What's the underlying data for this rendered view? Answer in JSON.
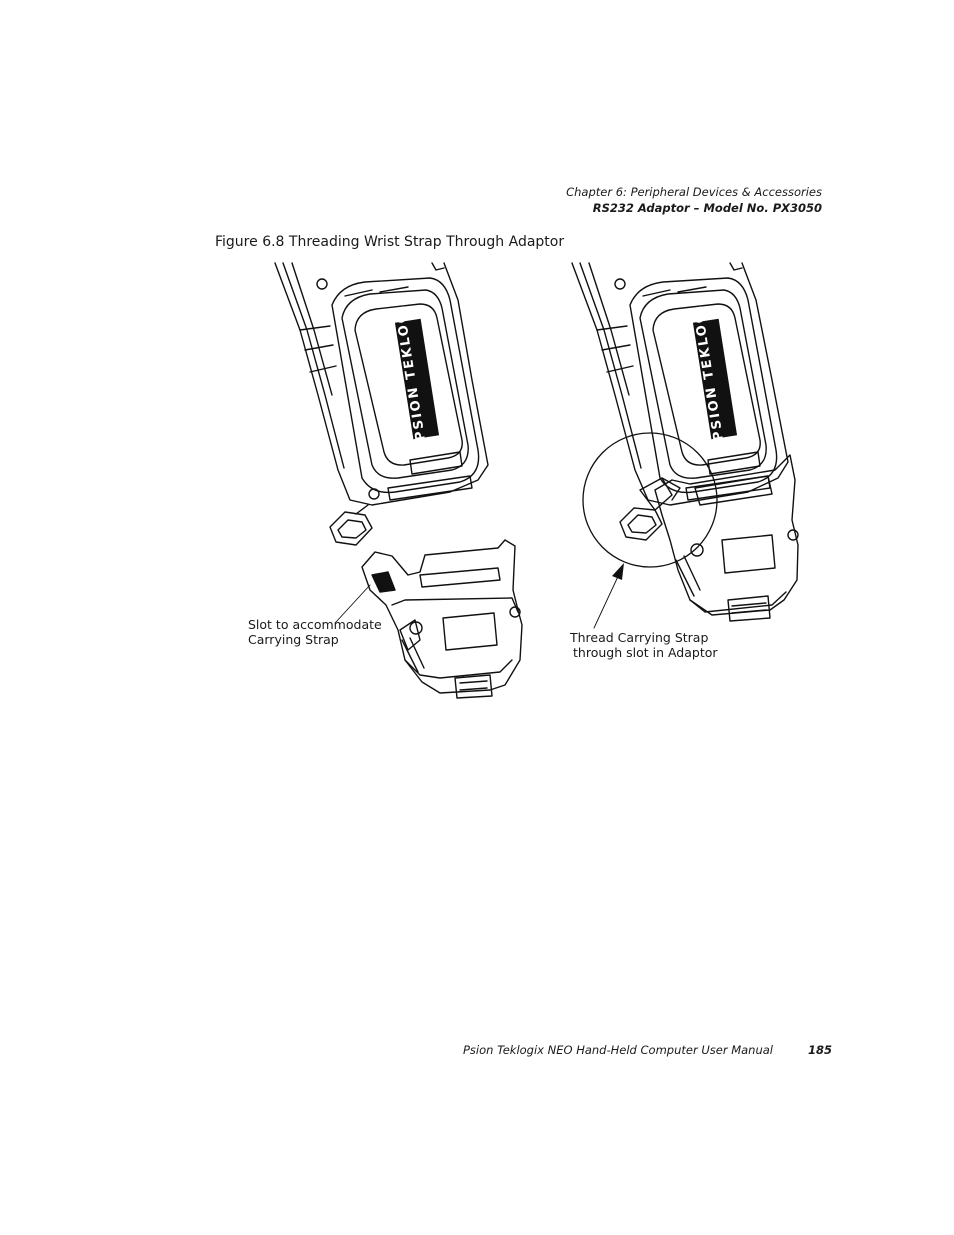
{
  "header": {
    "chapter": "Chapter 6: Peripheral Devices & Accessories",
    "section": "RS232 Adaptor – Model No. PX3050"
  },
  "figure": {
    "title": "Figure 6.8  Threading Wrist Strap Through Adaptor",
    "left_callout": {
      "line1": "Slot to accommodate",
      "line2": "Carrying Strap"
    },
    "right_callout": {
      "line1": "Thread Carrying Strap",
      "line2": "through slot in Adaptor"
    },
    "battery_logo": "PSION TEKLOGIX"
  },
  "footer": {
    "manual_title": "Psion Teklogix NEO Hand-Held Computer User Manual",
    "page_number": "185"
  }
}
